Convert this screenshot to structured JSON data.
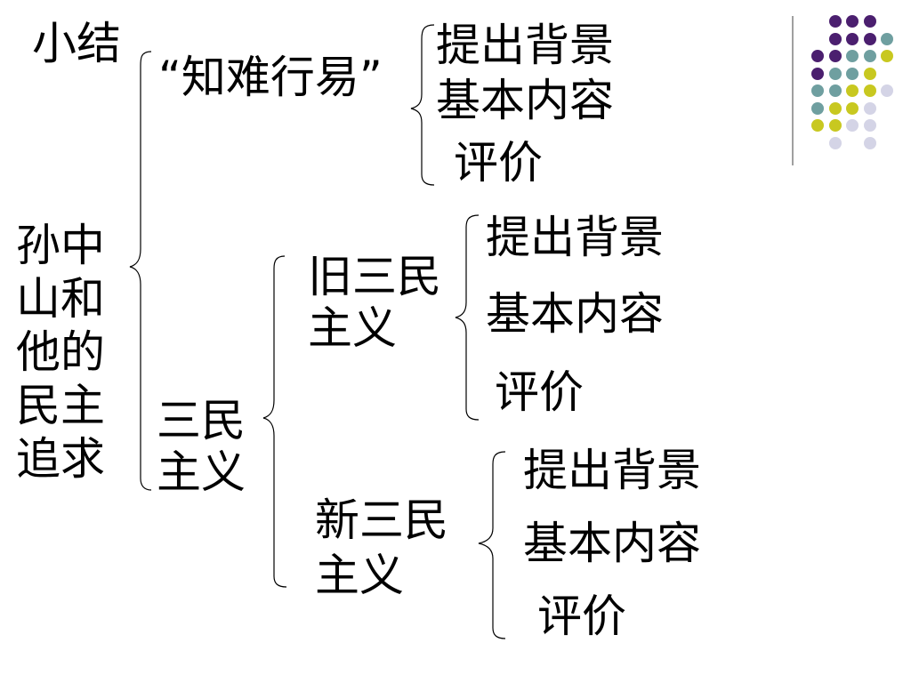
{
  "summary_label": "小结",
  "root": [
    "孙中",
    "山和",
    "他的",
    "民主",
    "追求"
  ],
  "branch1": {
    "title": "“知难行易”",
    "items": [
      "提出背景",
      "基本内容",
      "评价"
    ]
  },
  "branch2": {
    "title": [
      "三民",
      "主义"
    ],
    "old": {
      "title": [
        "旧三民",
        "主义"
      ],
      "items": [
        "提出背景",
        "基本内容",
        "评价"
      ]
    },
    "new": {
      "title": [
        "新三民",
        "主义"
      ],
      "items": [
        "提出背景",
        "基本内容",
        "评价"
      ]
    }
  },
  "colors": {
    "purple": "#4b1f6f",
    "teal": "#6f9fa0",
    "yellow": "#c8c820",
    "lavender": "#d4d4e6",
    "text": "#000000",
    "rule": "#808080"
  }
}
